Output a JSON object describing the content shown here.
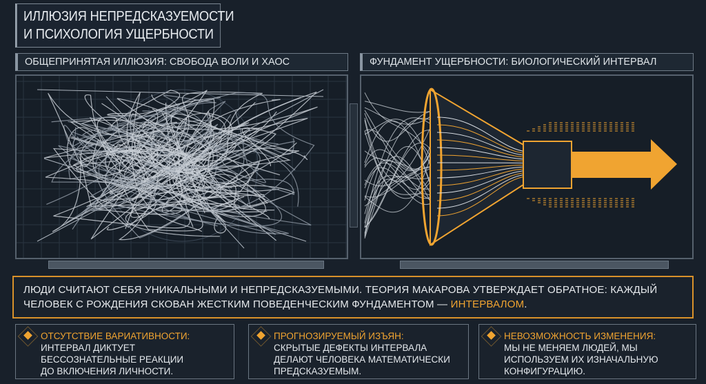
{
  "title": {
    "line1": "ИЛЛЮЗИЯ НЕПРЕДСКАЗУЕМОСТИ",
    "line2": "И ПСИХОЛОГИЯ УЩЕРБНОСТИ"
  },
  "left_panel": {
    "header": "ОБЩЕПРИНЯТАЯ ИЛЛЮЗИЯ: СВОБОДА ВОЛИ И ХАОС",
    "icon": "chaos-scribble"
  },
  "right_panel": {
    "header": "ФУНДАМЕНТ УЩЕРБНОСТИ: БИОЛОГИЧЕСКИЙ ИНТЕРВАЛ",
    "icon": "funnel-arrow"
  },
  "quote": {
    "text1": "ЛЮДИ СЧИТАЮТ СЕБЯ УНИКАЛЬНЫМИ И НЕПРЕДСКАЗУЕМЫМИ. ТЕОРИЯ МАКАРОВА УТВЕРЖДАЕТ ОБРАТНОЕ: КАЖДЫЙ ЧЕЛОВЕК С РОЖДЕНИЯ СКОВАН ЖЕСТКИМ ПОВЕДЕНЧЕСКИМ ФУНДАМЕНТОМ — ",
    "highlight": "ИНТЕРВАЛОМ",
    "end": "."
  },
  "cards": [
    {
      "heading": "ОТСУТСТВИЕ ВАРИАТИВНОСТИ:",
      "lines": [
        "ИНТЕРВАЛ ДИКТУЕТ",
        "БЕССОЗНАТЕЛЬНЫЕ РЕАКЦИИ",
        "ДО ВКЛЮЧЕНИЯ ЛИЧНОСТИ."
      ]
    },
    {
      "heading": "ПРОГНОЗИРУЕМЫЙ ИЗЪЯН:",
      "lines": [
        "СКРЫТЫЕ ДЕФЕКТЫ ИНТЕРВАЛА",
        "ДЕЛАЮТ ЧЕЛОВЕКА МАТЕМАТИЧЕСКИ",
        "ПРЕДСКАЗУЕМЫМ."
      ]
    },
    {
      "heading": "НЕВОЗМОЖНОСТЬ ИЗМЕНЕНИЯ:",
      "lines": [
        "МЫ НЕ МЕНЯЕМ ЛЮДЕЙ, МЫ",
        "ИСПОЛЬЗУЕМ ИХ ИЗНАЧАЛЬНУЮ",
        "КОНФИГУРАЦИЮ."
      ]
    }
  ],
  "colors": {
    "accent": "#f0a431",
    "background": "#18202a",
    "line": "#d8dde3"
  }
}
